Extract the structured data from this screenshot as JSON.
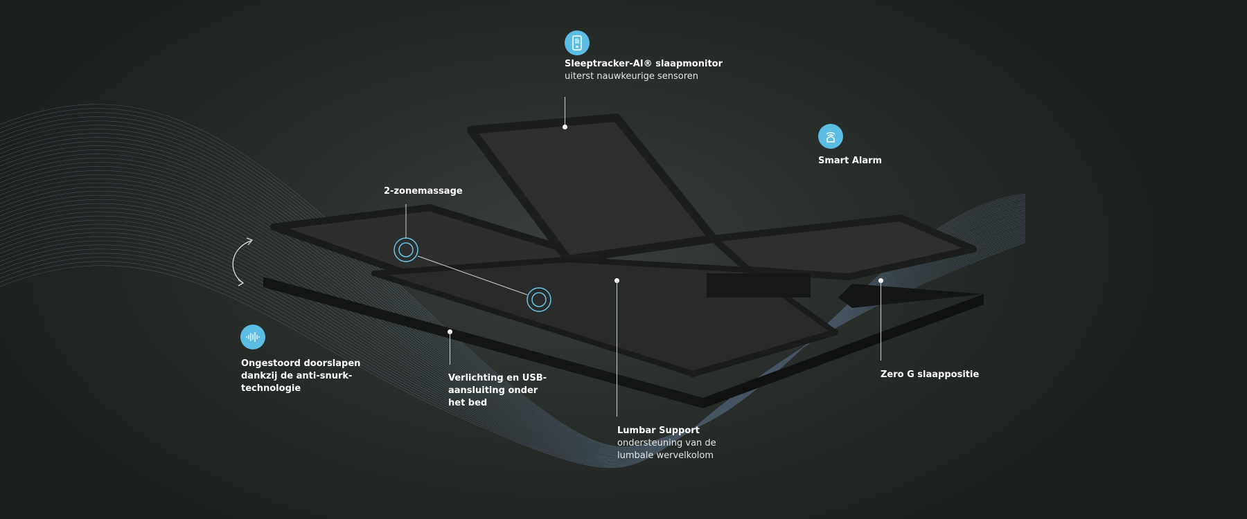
{
  "features": {
    "sleeptracker": {
      "title": "Sleeptracker-AI® slaapmonitor",
      "subtitle": "uiterst nauwkeurige sensoren",
      "icon": "phone-monitor-icon"
    },
    "smart_alarm": {
      "title": "Smart Alarm",
      "icon": "smart-home-wifi-icon"
    },
    "massage": {
      "title": "2-zonemassage"
    },
    "anti_snore": {
      "line1": "Ongestoord doorslapen",
      "line2": "dankzij de anti-snurk-",
      "line3": "technologie",
      "icon": "sound-wave-icon"
    },
    "lighting": {
      "line1": "Verlichting en USB-",
      "line2": "aansluiting onder",
      "line3": "het bed"
    },
    "lumbar": {
      "title": "Lumbar Support",
      "line1": "ondersteuning van de",
      "line2": "lumbale wervelkolom"
    },
    "zero_g": {
      "title": "Zero G slaappositie"
    }
  },
  "colors": {
    "accent": "#5bbce4",
    "background": "#262b28"
  }
}
